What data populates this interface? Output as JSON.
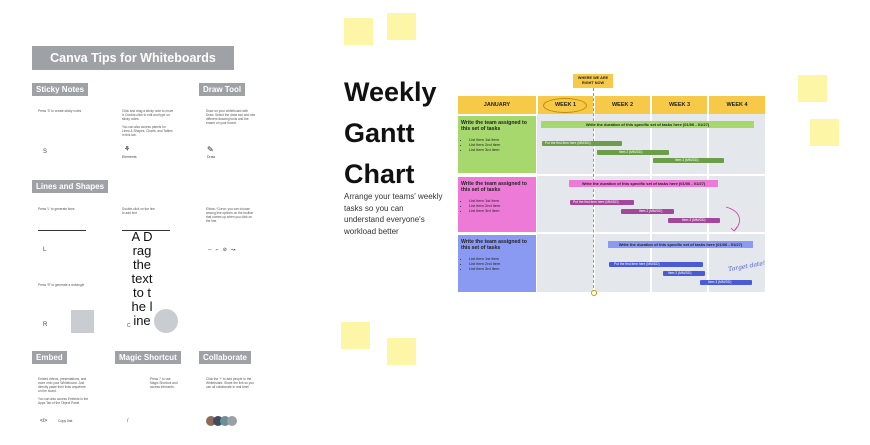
{
  "canva_tips": {
    "title": "Canva Tips for Whiteboards",
    "sticky_notes": {
      "header": "Sticky Notes",
      "tip1": "Press 'S' to create sticky notes",
      "tip2": "Click and drag a sticky note to move it. Double-click to edit and type on sticky notes.",
      "tip3": "You can also access panels for Lines & Shapes, Charts, and Tables in this tab.",
      "key": "S",
      "icon_label": "Elements"
    },
    "draw_tool": {
      "header": "Draw Tool",
      "tip": "Draw on your whiteboard with Draw. Select the draw tool and use different drawing tools and the eraser on your board.",
      "icon_label": "Draw"
    },
    "lines_shapes": {
      "header": "Lines and Shapes",
      "line_tip": "Press 'L' to generate lines",
      "double_click": "Double-click on the line to add text",
      "elbow_tip": "Elbow / Curve: you can choose among line options on the toolbar that comes up when you click on the line.",
      "key_l": "L",
      "rect_tip": "Press 'R' to generate a rectangle",
      "key_r": "R",
      "key_c": "C",
      "vertical_text": "A Drag the text to the line"
    },
    "embed": {
      "header": "Embed",
      "tip": "Embed videos, presentations, and more onto your Whiteboard. Just directly paste their links anywhere on the board.",
      "tip2": "You can also access Embeds in the Apps Tab of the Object Panel.",
      "label": "Copy link"
    },
    "magic_shortcut": {
      "header": "Magic Shortcut",
      "tip": "Press '/' to use Magic Shortcut and access elements.",
      "key": "/"
    },
    "collaborate": {
      "header": "Collaborate",
      "tip": "Click the '+' to add people to the Whiteboard. Share the link so you can all collaborate in real time!"
    }
  },
  "gantt": {
    "title_line1": "Weekly",
    "title_line2": "Gantt",
    "title_line3": "Chart",
    "description": "Arrange your teams' weekly tasks so you can understand everyone's workload better",
    "marker": "WHERE WE ARE RIGHT NOW",
    "columns": [
      "JANUARY",
      "WEEK 1",
      "WEEK 2",
      "WEEK 3",
      "WEEK 4"
    ],
    "rows": [
      {
        "title": "Write the team assigned to this set of tasks",
        "items": [
          "List item 1st item",
          "List item 2nd item",
          "List item 3rd item"
        ],
        "duration": "Write the duration of this specific set of tasks here (01/06 - 01/27)",
        "bars": [
          "Put the first item here (MM/DD)",
          "Item 2 (MM/DD)",
          "Item 3 (MM/DD)"
        ]
      },
      {
        "title": "Write the team assigned to this set of tasks",
        "items": [
          "List item 1st item",
          "List item 2nd item",
          "List item 3rd item"
        ],
        "duration": "Write the duration of this specific set of tasks here (01/06 - 01/27)",
        "bars": [
          "Put the first item here (MM/DD)",
          "Item 2 (MM/DD)",
          "Item 3 (MM/DD)"
        ]
      },
      {
        "title": "Write the team assigned to this set of tasks",
        "items": [
          "List item 1st item",
          "List item 2nd item",
          "List item 3rd item"
        ],
        "duration": "Write the duration of this specific set of tasks here (01/06 - 01/27)",
        "bars": [
          "Put the first item here (MM/DD)",
          "Item 2 (MM/DD)",
          "Item 3 (MM/DD)"
        ]
      }
    ],
    "annotation": "Target date!"
  },
  "colors": {
    "sticky": "#fdf6a6",
    "tip_header": "#9ea1a5",
    "gantt_header": "#f7c948",
    "row_green": "#a6d86e",
    "row_pink": "#ee7ad8",
    "row_blue": "#8a99f2",
    "grid_bg": "#e4e7ec",
    "bar_green": "#6c9e4a",
    "bar_purple": "#a3479b",
    "bar_blue": "#4a5bd4"
  }
}
